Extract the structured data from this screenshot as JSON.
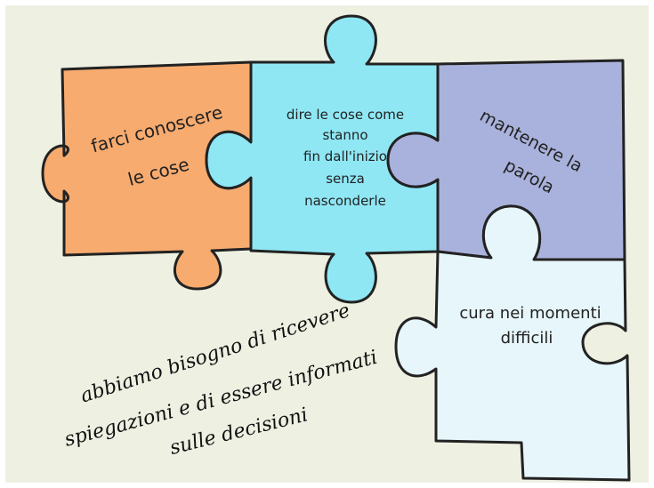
{
  "background_color": "#eef0e2",
  "pieces": {
    "orange": {
      "color": "#f7ab6f",
      "line1": "farci conoscere",
      "line2": "le cose"
    },
    "cyan": {
      "color": "#8fe7f4",
      "lines": [
        "dire le cose come",
        "stanno",
        "fin dall'inizio",
        "senza",
        "nasconderle"
      ]
    },
    "purple": {
      "color": "#a9b2dc",
      "line1": "mantenere la",
      "line2": "parola"
    },
    "light": {
      "color": "#e6f6fb",
      "line1": "cura nei momenti",
      "line2": "difficili"
    }
  },
  "caption": {
    "line1": "abbiamo bisogno di ricevere",
    "line2": "spiegazioni e di essere informati",
    "line3": "sulle decisioni"
  }
}
